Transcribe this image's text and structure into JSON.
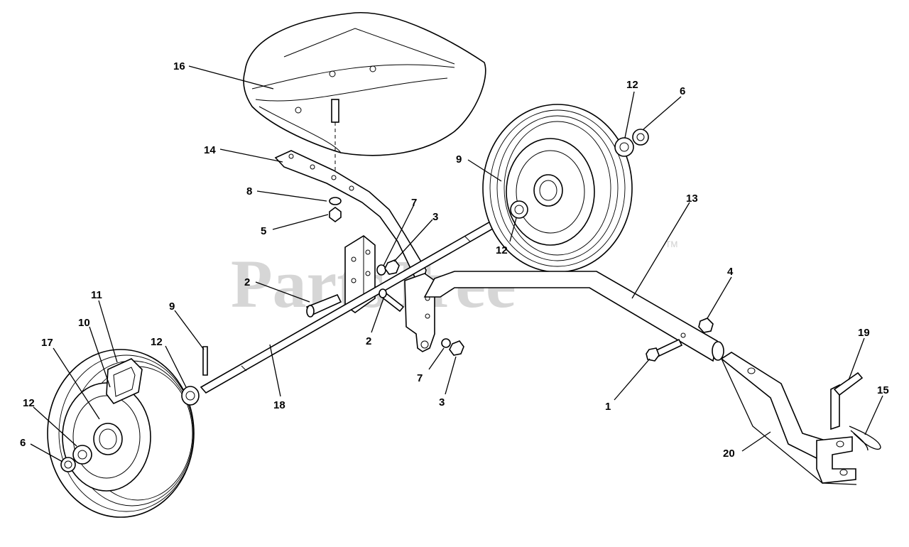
{
  "watermark": {
    "text": "PartsTree",
    "tm": "TM"
  },
  "callouts": [
    {
      "id": "c16",
      "label": "16"
    },
    {
      "id": "c14",
      "label": "14"
    },
    {
      "id": "c8",
      "label": "8"
    },
    {
      "id": "c5",
      "label": "5"
    },
    {
      "id": "c7a",
      "label": "7"
    },
    {
      "id": "c3a",
      "label": "3"
    },
    {
      "id": "c2a",
      "label": "2"
    },
    {
      "id": "c2b",
      "label": "2"
    },
    {
      "id": "c7b",
      "label": "7"
    },
    {
      "id": "c3b",
      "label": "3"
    },
    {
      "id": "c9a",
      "label": "9"
    },
    {
      "id": "c12a",
      "label": "12"
    },
    {
      "id": "c12b",
      "label": "12"
    },
    {
      "id": "c6a",
      "label": "6"
    },
    {
      "id": "c13",
      "label": "13"
    },
    {
      "id": "c4",
      "label": "4"
    },
    {
      "id": "c1",
      "label": "1"
    },
    {
      "id": "c19",
      "label": "19"
    },
    {
      "id": "c15",
      "label": "15"
    },
    {
      "id": "c20",
      "label": "20"
    },
    {
      "id": "c18",
      "label": "18"
    },
    {
      "id": "c11",
      "label": "11"
    },
    {
      "id": "c10",
      "label": "10"
    },
    {
      "id": "c9b",
      "label": "9"
    },
    {
      "id": "c17",
      "label": "17"
    },
    {
      "id": "c12c",
      "label": "12"
    },
    {
      "id": "c12d",
      "label": "12"
    },
    {
      "id": "c6b",
      "label": "6"
    }
  ]
}
